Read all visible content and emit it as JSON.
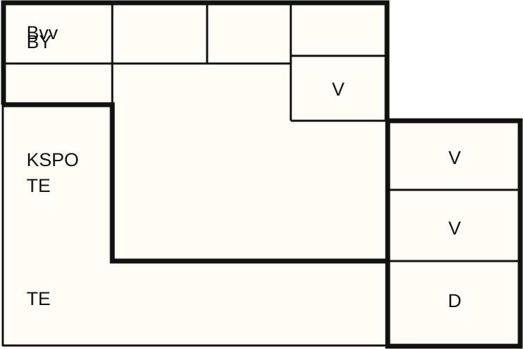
{
  "colors": {
    "background": "#ffffff",
    "room_fill": "#fefef6",
    "walls": "#111111",
    "text": "#111111"
  },
  "labels": {
    "top_left_upper": "Bvv",
    "top_left_lower": "BY",
    "upper_right_room": "V",
    "right_room_1": "V",
    "right_room_2": "V",
    "bottom_right_room": "D",
    "left_room_line_1": "KSPO",
    "left_room_line_2": "TE",
    "bottom_left_room": "TE"
  }
}
